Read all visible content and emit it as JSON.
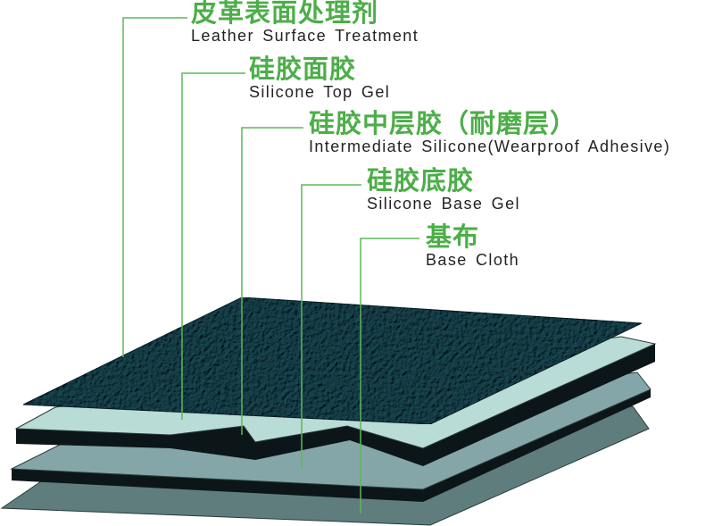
{
  "colors": {
    "accent_green": "#4cae48",
    "leader_line": "#5bb85a",
    "leather": "#3e6a74",
    "top_gel": "#b9dcd6",
    "middle_layer": "#84a6a8",
    "base_cloth": "#5f7d7d",
    "edge": "#0c1618"
  },
  "layers": [
    {
      "zh": "皮革表面处理剂",
      "en": "Leather Surface Treatment"
    },
    {
      "zh": "硅胶面胶",
      "en": "Silicone Top Gel"
    },
    {
      "zh": "硅胶中层胶（耐磨层）",
      "en": "Intermediate Silicone(Wearproof Adhesive)"
    },
    {
      "zh": "硅胶底胶",
      "en": "Silicone Base Gel"
    },
    {
      "zh": "基布",
      "en": "Base Cloth"
    }
  ]
}
